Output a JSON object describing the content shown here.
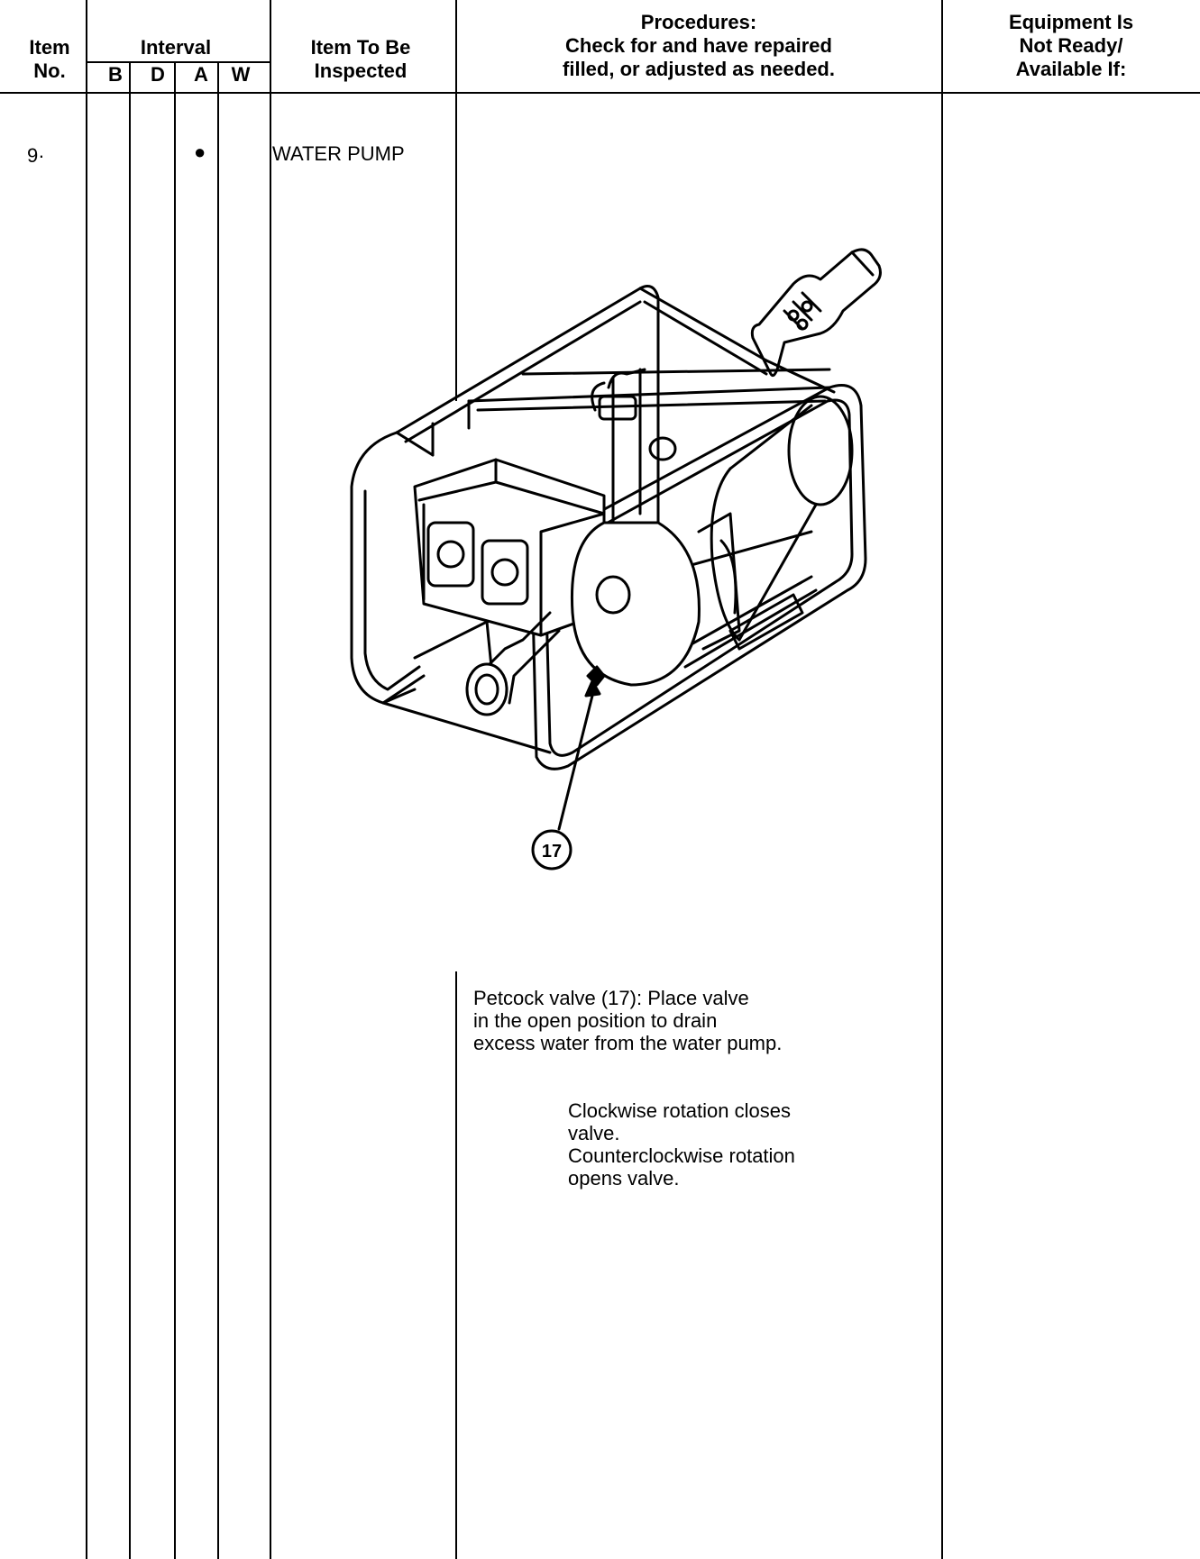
{
  "header": {
    "item_no": [
      "Item",
      "No."
    ],
    "interval_label": "Interval",
    "interval_cols": [
      "B",
      "D",
      "A",
      "W"
    ],
    "item_to_be_inspected": [
      "Item To Be",
      "Inspected"
    ],
    "procedures": [
      "Procedures:",
      "Check for and have repaired",
      "filled, or adjusted as needed."
    ],
    "equipment": [
      "Equipment Is",
      "Not Ready/",
      "Available If:"
    ]
  },
  "row": {
    "item_no": "9·",
    "interval_mark": "●",
    "item_name": "WATER PUMP",
    "callout": "17",
    "procedure_main": "Petcock valve (17): Place valve\nin the open position to drain\nexcess water from the water pump.",
    "procedure_note": "Clockwise rotation closes\nvalve.\nCounterclockwise rotation\nopens valve."
  }
}
